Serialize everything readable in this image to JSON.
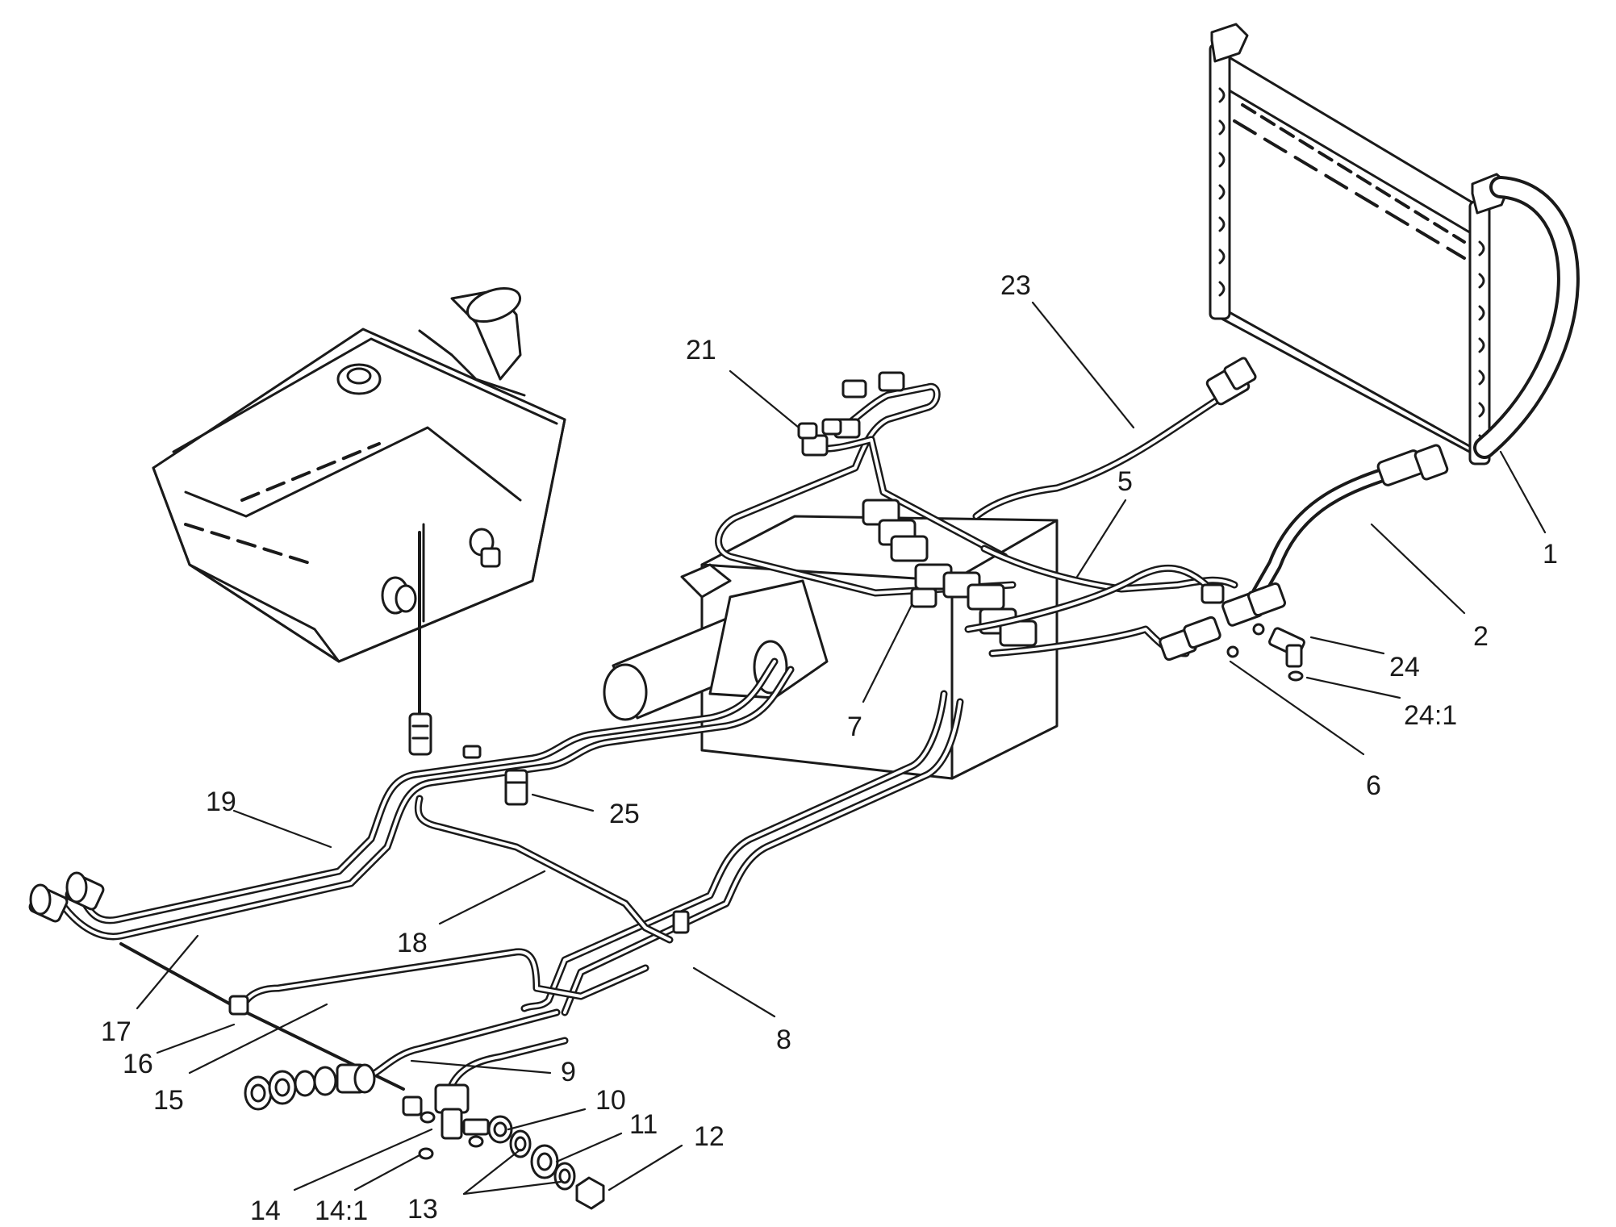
{
  "callouts": [
    {
      "id": "1",
      "label": "1"
    },
    {
      "id": "2",
      "label": "2"
    },
    {
      "id": "5",
      "label": "5"
    },
    {
      "id": "6",
      "label": "6"
    },
    {
      "id": "7",
      "label": "7"
    },
    {
      "id": "8",
      "label": "8"
    },
    {
      "id": "9",
      "label": "9"
    },
    {
      "id": "10",
      "label": "10"
    },
    {
      "id": "11",
      "label": "11"
    },
    {
      "id": "12",
      "label": "12"
    },
    {
      "id": "13",
      "label": "13"
    },
    {
      "id": "14",
      "label": "14"
    },
    {
      "id": "14_1",
      "label": "14:1"
    },
    {
      "id": "15",
      "label": "15"
    },
    {
      "id": "16",
      "label": "16"
    },
    {
      "id": "17",
      "label": "17"
    },
    {
      "id": "18",
      "label": "18"
    },
    {
      "id": "19",
      "label": "19"
    },
    {
      "id": "21",
      "label": "21"
    },
    {
      "id": "23",
      "label": "23"
    },
    {
      "id": "24",
      "label": "24"
    },
    {
      "id": "24_1",
      "label": "24:1"
    },
    {
      "id": "25",
      "label": "25"
    }
  ],
  "colors": {
    "line": "#1a1a1a",
    "background": "#ffffff"
  }
}
